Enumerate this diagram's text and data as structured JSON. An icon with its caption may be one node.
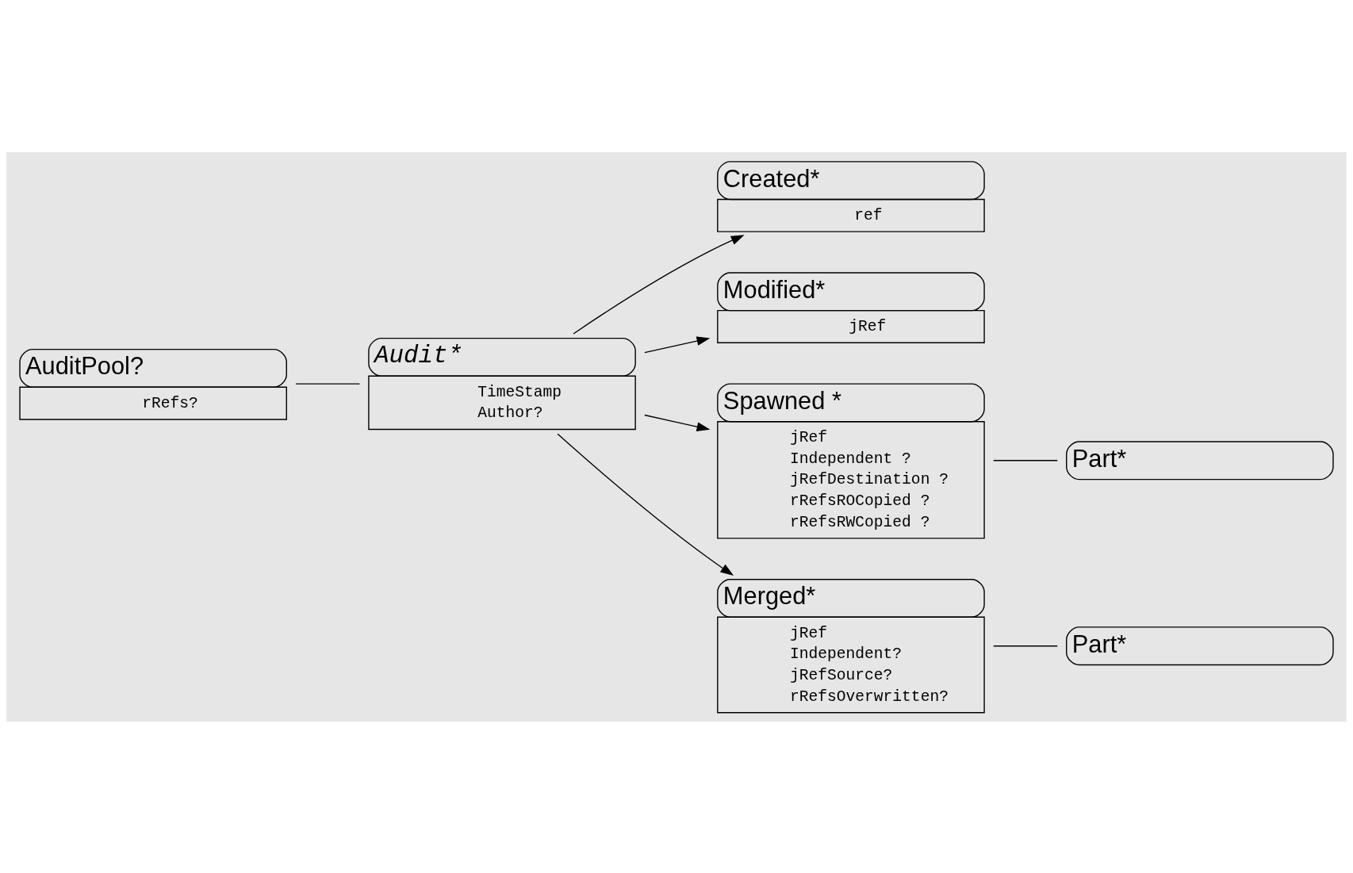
{
  "diagram": {
    "nodes": [
      {
        "text": [
          "AuditPool?",
          "rRefs?"
        ]
      },
      {
        "text": [
          "Audit*",
          "TimeStamp",
          "Author?"
        ]
      },
      {
        "text": [
          "Created*",
          "ref"
        ]
      },
      {
        "text": [
          "Modified*",
          "jRef"
        ]
      },
      {
        "text": [
          "Spawned *",
          "jRef",
          "Independent ?",
          "jRefDestination ?",
          "rRefsROCopied ?",
          "rRefsRWCopied ?"
        ]
      },
      {
        "text": [
          "Part*"
        ]
      },
      {
        "text": [
          "Merged*",
          "jRef",
          "Independent?",
          "jRefSource?",
          "rRefsOverwritten?"
        ]
      },
      {
        "text": [
          "Part*"
        ]
      }
    ],
    "edges": [
      {
        "from": 0,
        "to": 1,
        "arrow": "none"
      },
      {
        "from": 1,
        "to": 2,
        "arrow": "to"
      },
      {
        "from": 1,
        "to": 3,
        "arrow": "to"
      },
      {
        "from": 1,
        "to": 4,
        "arrow": "to"
      },
      {
        "from": 1,
        "to": 6,
        "arrow": "to"
      },
      {
        "from": 4,
        "to": 5,
        "arrow": "none"
      },
      {
        "from": 6,
        "to": 7,
        "arrow": "none"
      }
    ]
  }
}
